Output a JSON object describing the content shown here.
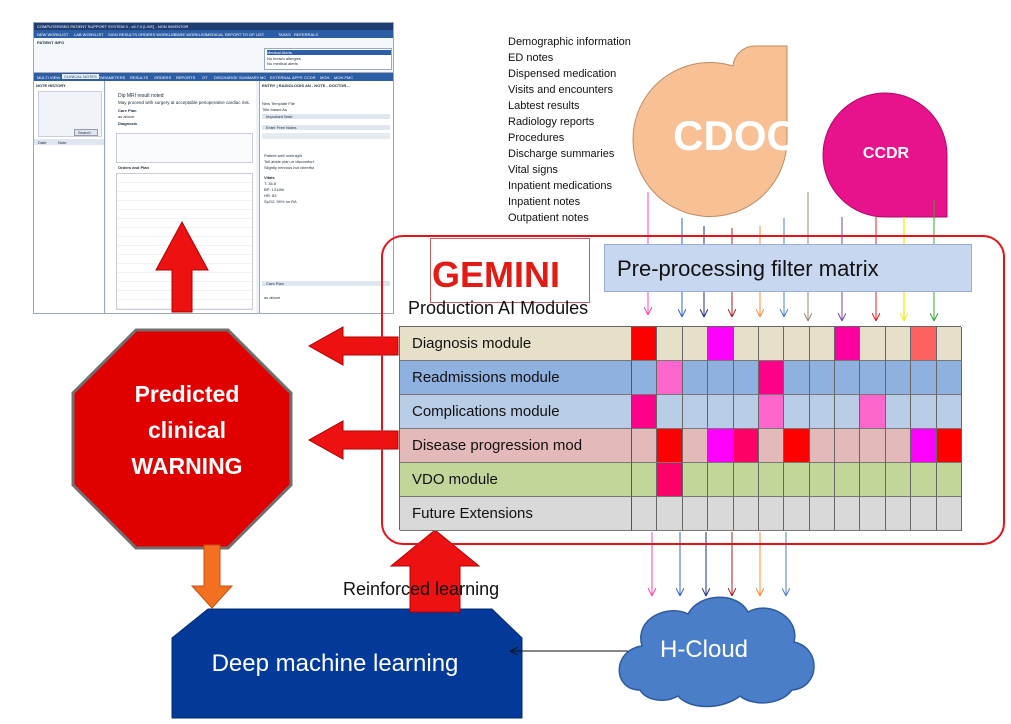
{
  "emr_screenshot": {
    "title_bar": "COMPUTERISED PATIENT SUPPORT SYSTEM 3 - v5.7.0 [LIVE] - NON INVENTOR",
    "menu_items": [
      "NEW WORKLIST",
      "LAB WORKLIST",
      "SIGN RESULTS",
      "ORDERS WORKLIST",
      "CARE WORKLIST",
      "MEDICAL REPORT TO GP LIST",
      "TASKS",
      "REFERRALS"
    ],
    "patient_tab": "PATIENT INFO",
    "nav_items": [
      "MULTI VIEW",
      "CLINICAL NOTES",
      "PARAMETERS",
      "RESULTS",
      "ORDERS",
      "REPORTS",
      "OT",
      "DISCHARGE SUMMARY",
      "MC",
      "EXTERNAL APPS",
      "CCDR",
      "MOH",
      "MOH FMC"
    ],
    "note_history_title": "NOTE HISTORY",
    "date_header": "Date",
    "note_header": "Note",
    "search_button": "Search",
    "note_text_1": "Dip MRI result noted",
    "note_text_2": "May proceed with surgery at acceptable perioperative cardiac risk.",
    "care_plan_label": "Care Plan",
    "care_plan_value": "as above",
    "diagnosis_label": "Diagnosis",
    "orders_label": "Orders and Plan",
    "entry_title": "ENTRY | RADIOLOGIS AN - NOTE - DOCTOR...",
    "new_template_label": "New Template File",
    "title_based_label": "Title based As",
    "important_note": "Important Note",
    "enter_free_note": "Enter Free Notes",
    "vitals_label": "Vitals",
    "vitals_lines": [
      "T: 36.8",
      "BP: 131/86",
      "HR: 83",
      "SpO2: 99% on RA"
    ],
    "notes_lines": [
      "Patient well overnight",
      "Tell abide plan or discomfort",
      "Slightly nervous but cheerful"
    ],
    "care_plan_2": "Care Plan",
    "care_plan_2_value": "as above",
    "medical_alerts": [
      "Medical Alerts",
      "No known allergies",
      "No medical alerts"
    ]
  },
  "sources": [
    "Demographic information",
    "ED notes",
    "Dispensed medication",
    "Visits and encounters",
    "Labtest results",
    "Radiology reports",
    "Procedures",
    "Discharge summaries",
    "Vital signs",
    "Inpatient medications",
    "Inpatient notes",
    "Outpatient notes"
  ],
  "cdoc": "CDOC",
  "ccdr": "CCDR",
  "gemini": "GEMINI",
  "prefilter": "Pre-processing filter matrix",
  "production_title": "Production AI Modules",
  "modules": [
    {
      "label": "Diagnosis module",
      "base": "#e6e0c9",
      "cells": [
        "#ff0000",
        "",
        "",
        "#ff00ff",
        "",
        "",
        "",
        "",
        "#ff00a0",
        "",
        "",
        "#ff6060",
        ""
      ]
    },
    {
      "label": "Readmissions module",
      "base": "#8eb1e0",
      "cells": [
        "",
        "#ff66cc",
        "",
        "",
        "",
        "#ff0088",
        "",
        "",
        "",
        "",
        "",
        "",
        ""
      ]
    },
    {
      "label": "Complications module",
      "base": "#b9cde6",
      "cells": [
        "#ff0088",
        "",
        "",
        "",
        "",
        "#ff66cc",
        "",
        "",
        "",
        "#ff66cc",
        "",
        "",
        ""
      ]
    },
    {
      "label": "Disease progression mod",
      "base": "#e4b9b9",
      "cells": [
        "",
        "#ff0000",
        "",
        "#ff00ff",
        "#ff0066",
        "",
        "#ff0000",
        "",
        "",
        "",
        "",
        "#ff00ff",
        "#ff0000"
      ]
    },
    {
      "label": "VDO module",
      "base": "#c3d69a",
      "cells": [
        "",
        "#ff0066",
        "",
        "",
        "",
        "",
        "",
        "",
        "",
        "",
        "",
        "",
        ""
      ]
    },
    {
      "label": "Future Extensions",
      "base": "#d9d9d9",
      "cells": [
        "",
        "",
        "",
        "",
        "",
        "",
        "",
        "",
        "",
        "",
        "",
        "",
        ""
      ]
    }
  ],
  "warning": [
    "Predicted",
    "clinical",
    "WARNING"
  ],
  "deep_learning": "Deep machine learning",
  "reinforced_learning": "Reinforced learning",
  "hcloud": "H-Cloud",
  "colors": {
    "accent_red": "#e8121b",
    "cdoc": "#f8c095",
    "ccdr": "#e8128c",
    "dml": "#033a9a",
    "hcloud": "#4a7ec8",
    "stop_sign": "#e00000",
    "orange_arrow": "#f37021"
  }
}
